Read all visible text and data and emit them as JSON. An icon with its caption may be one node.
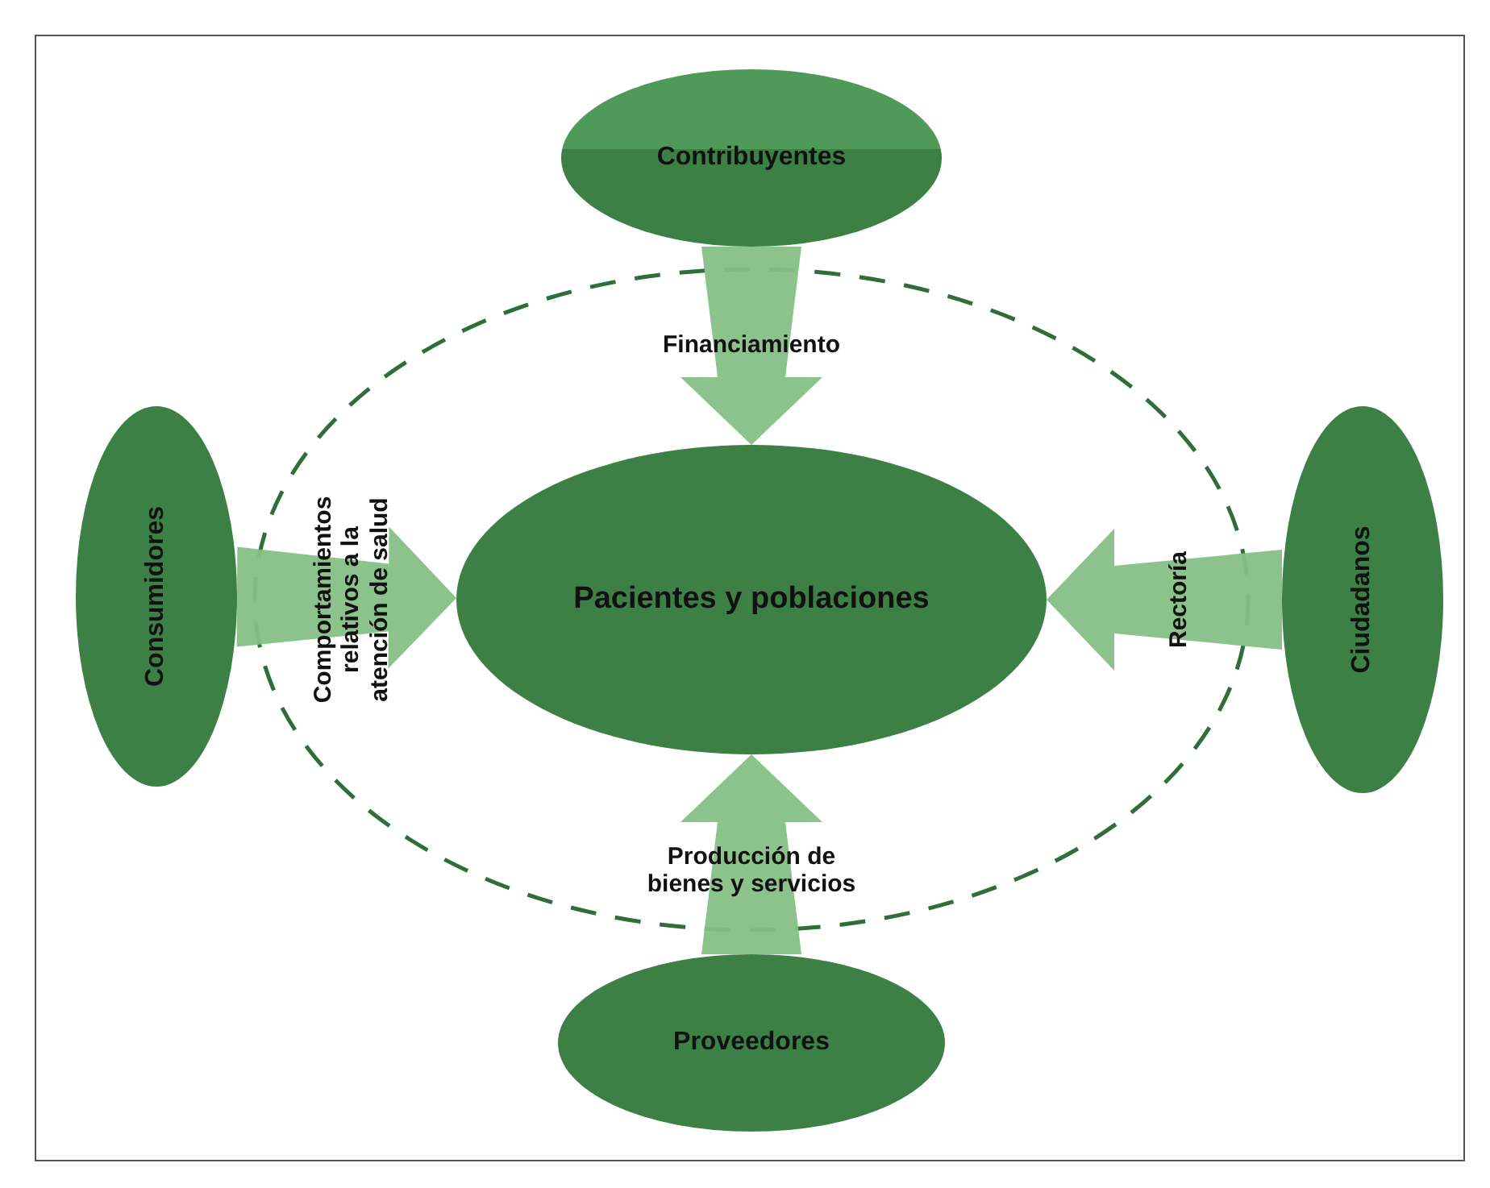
{
  "diagram": {
    "nodes": [
      {
        "text": [
          "Contribuyentes"
        ]
      },
      {
        "text": [
          "Consumidores"
        ]
      },
      {
        "text": [
          "Pacientes y poblaciones"
        ]
      },
      {
        "text": [
          "Ciudadanos"
        ]
      },
      {
        "text": [
          "Proveedores"
        ]
      }
    ],
    "edges": [
      {
        "from": 0,
        "to": 2,
        "arrow": "to",
        "label": "Financiamiento"
      },
      {
        "from": 1,
        "to": 2,
        "arrow": "to",
        "label": "Comportamientos relativos a la atención de salud"
      },
      {
        "from": 3,
        "to": 2,
        "arrow": "to",
        "label": "Rectoría"
      },
      {
        "from": 4,
        "to": 2,
        "arrow": "to",
        "label": "Producción de bienes y servicios"
      }
    ]
  }
}
